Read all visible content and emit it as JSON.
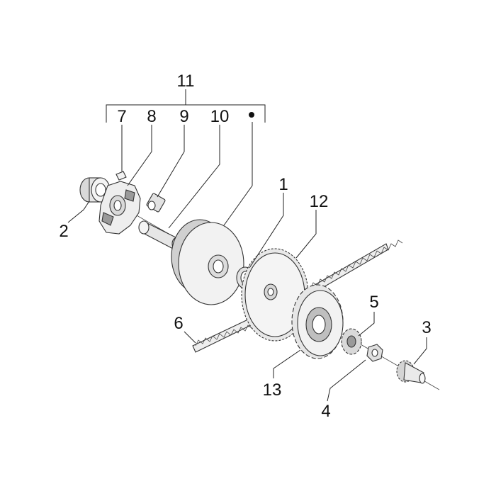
{
  "diagram": {
    "labels": {
      "l11": "11",
      "l7": "7",
      "l8": "8",
      "l9": "9",
      "l10": "10",
      "l2": "2",
      "l1": "1",
      "l12": "12",
      "l6": "6",
      "l5": "5",
      "l3": "3",
      "l13": "13",
      "l4": "4"
    },
    "colors": {
      "line": "#222222",
      "fill_light": "#f2f2f2",
      "fill_mid": "#d9d9d9",
      "fill_dark": "#9a9a9a"
    }
  }
}
